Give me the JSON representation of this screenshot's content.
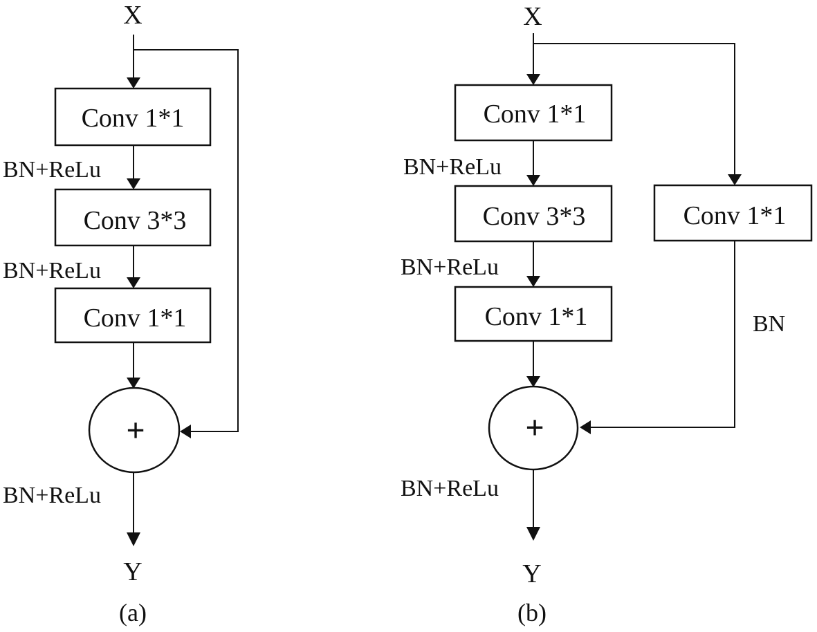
{
  "panel_a": {
    "input": "X",
    "output": "Y",
    "caption": "(a)",
    "conv1": "Conv 1*1",
    "conv2": "Conv 3*3",
    "conv3": "Conv 1*1",
    "act1": "BN+ReLu",
    "act2": "BN+ReLu",
    "act_out": "BN+ReLu",
    "sum": "+"
  },
  "panel_b": {
    "input": "X",
    "output": "Y",
    "caption": "(b)",
    "conv1": "Conv 1*1",
    "conv2": "Conv 3*3",
    "conv3": "Conv 1*1",
    "shortcut_conv": "Conv 1*1",
    "shortcut_norm": "BN",
    "act1": "BN+ReLu",
    "act2": "BN+ReLu",
    "act_out": "BN+ReLu",
    "sum": "+"
  },
  "colors": {
    "stroke": "#111111",
    "background": "#ffffff"
  }
}
